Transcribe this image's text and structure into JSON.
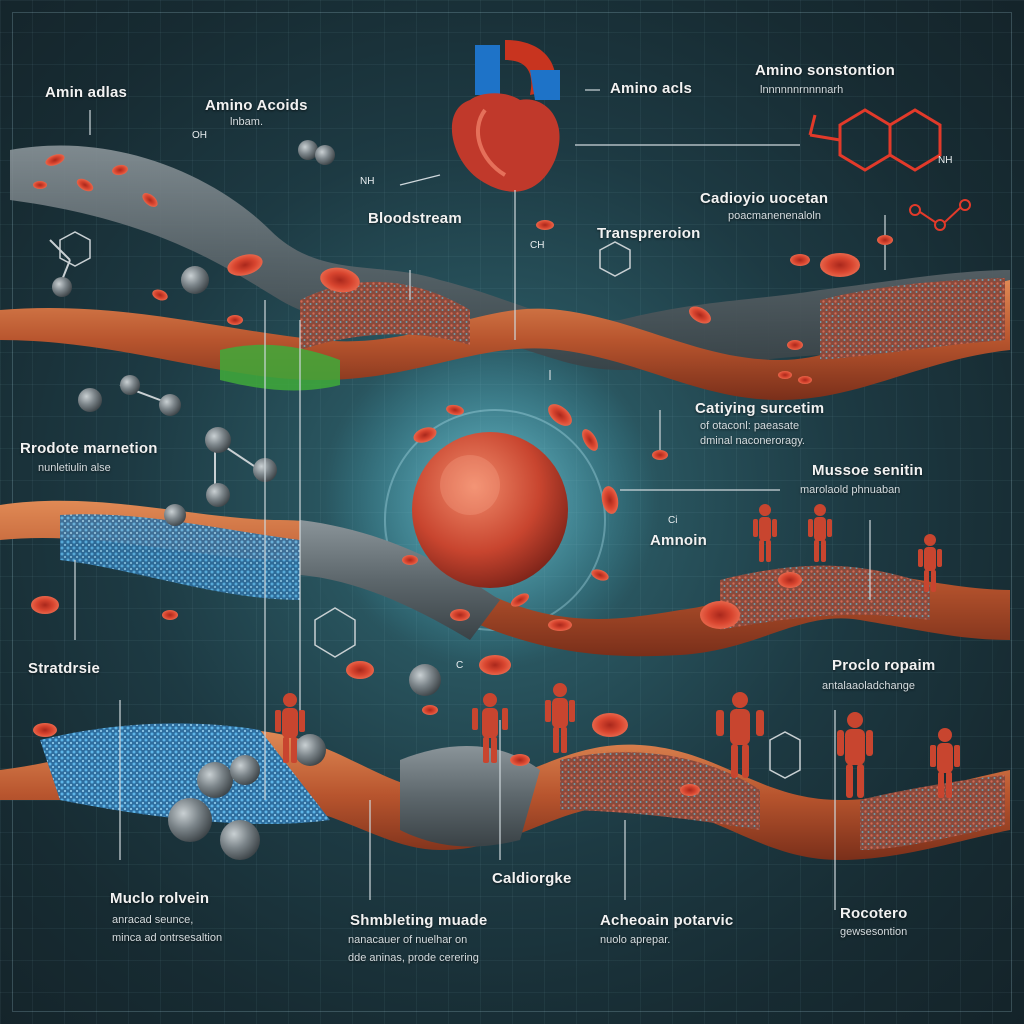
{
  "labels": {
    "top_left": "Amin adlas",
    "amino_acids_left": "Amino Acoids",
    "amino_acids_left_sub": "lnbam.",
    "amino_acids_right": "Amino acls",
    "amino_conversion": "Amino sonstontion",
    "amino_conversion_sub": "lnnnnnnrnnnnarh",
    "cardiovascular": "Cadioyio uocetan",
    "cardiovascular_sub": "poacmanenenaloln",
    "bloodstream": "Bloodstream",
    "transportation": "Transpreroion",
    "carrying_system": "Catiying surcetim",
    "carrying_system_sub1": "of otaconl: paeasate",
    "carrying_system_sub2": "dminal naconeroragy.",
    "production": "Rrodote marnetion",
    "production_sub": "nunletiulin alse",
    "muscle_system": "Mussoe senitin",
    "muscle_system_sub": "marolaold phnuaban",
    "amino_mid": "Amnoin",
    "structure": "Stratdrsie",
    "protein_repair": "Proclo ropaim",
    "protein_repair_sub": "antalaaoladchange",
    "cardiologie": "Caldiorgke",
    "muscle_protein": "Muclo rolvein",
    "muscle_protein_sub1": "anracad seunce,",
    "muscle_protein_sub2": "minca ad ontrsesaltion",
    "stimulating_muscle": "Shmbleting muade",
    "stimulating_muscle_sub1": "nanacauer of nuelhar on",
    "stimulating_muscle_sub2": "dde aninas, prode cerering",
    "activation": "Acheoain potarvic",
    "activation_sub": "nuolo aprepar.",
    "recovery": "Rocotero",
    "recovery_sub": "gewsesontion"
  },
  "chem_text": {
    "oh_left": "OH",
    "nh_left": "NH",
    "ch_mid": "CH",
    "nh_right": "NH",
    "c_mid": "C",
    "ch_small": "Ci"
  },
  "colors": {
    "blood": "#c0392b",
    "muscle": "#c86a3a",
    "background": "#1d3a43"
  }
}
